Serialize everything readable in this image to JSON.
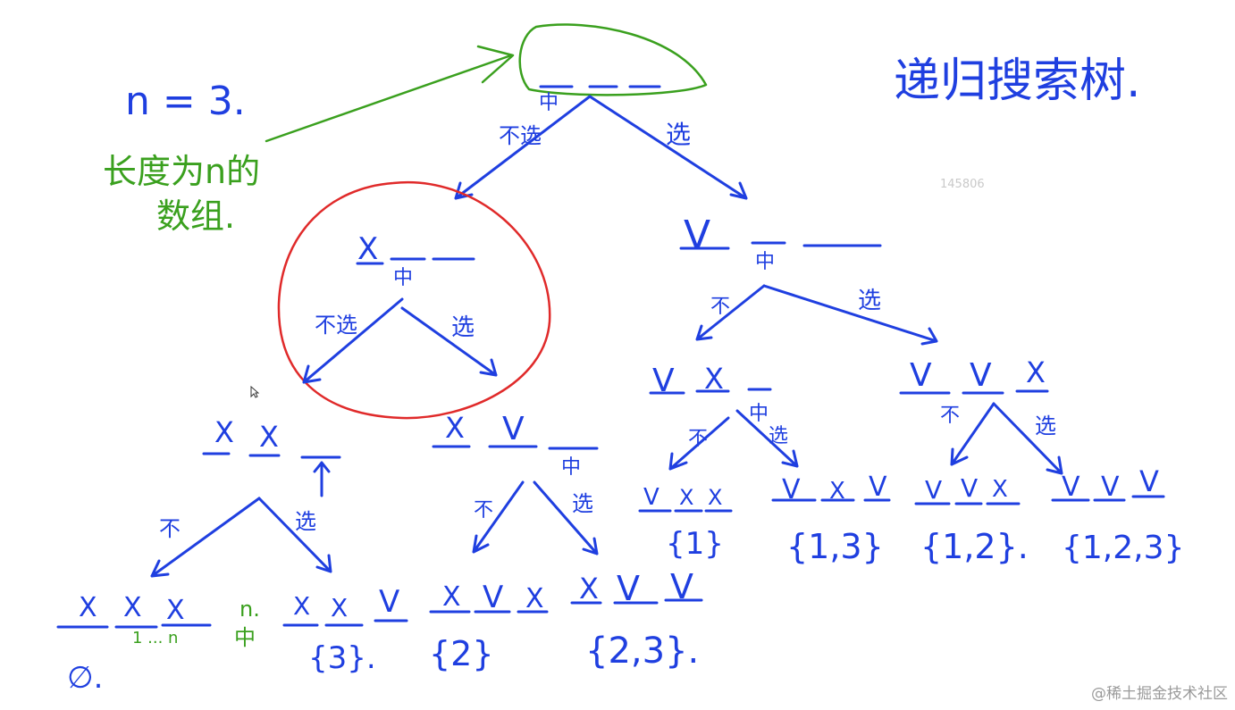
{
  "title": "递归搜索树.",
  "note_n": "n = 3.",
  "note_array_line1": "长度为n的",
  "note_array_line2": "数组.",
  "label_not_choose": "不选",
  "label_choose": "选",
  "label_not": "不",
  "label_pending": "中",
  "mark_x": "X",
  "mark_v": "V",
  "subset_empty": "∅.",
  "subset_3": "{3}.",
  "subset_2": "{2}",
  "subset_23": "{2,3}.",
  "subset_1": "{1}",
  "subset_13": "{1,3}",
  "subset_12": "{1,2}.",
  "subset_123": "{1,2,3}",
  "note_n_dots": "n.",
  "note_1_to_n": "1 ... n",
  "canvas_id_label": "145806",
  "watermark": "@稀土掘金技术社区",
  "colors": {
    "ink_blue": "#1f3fe0",
    "ink_green": "#3aa01e",
    "ink_red": "#e02a2a"
  },
  "icons": [
    "arrow-pointer-icon"
  ]
}
